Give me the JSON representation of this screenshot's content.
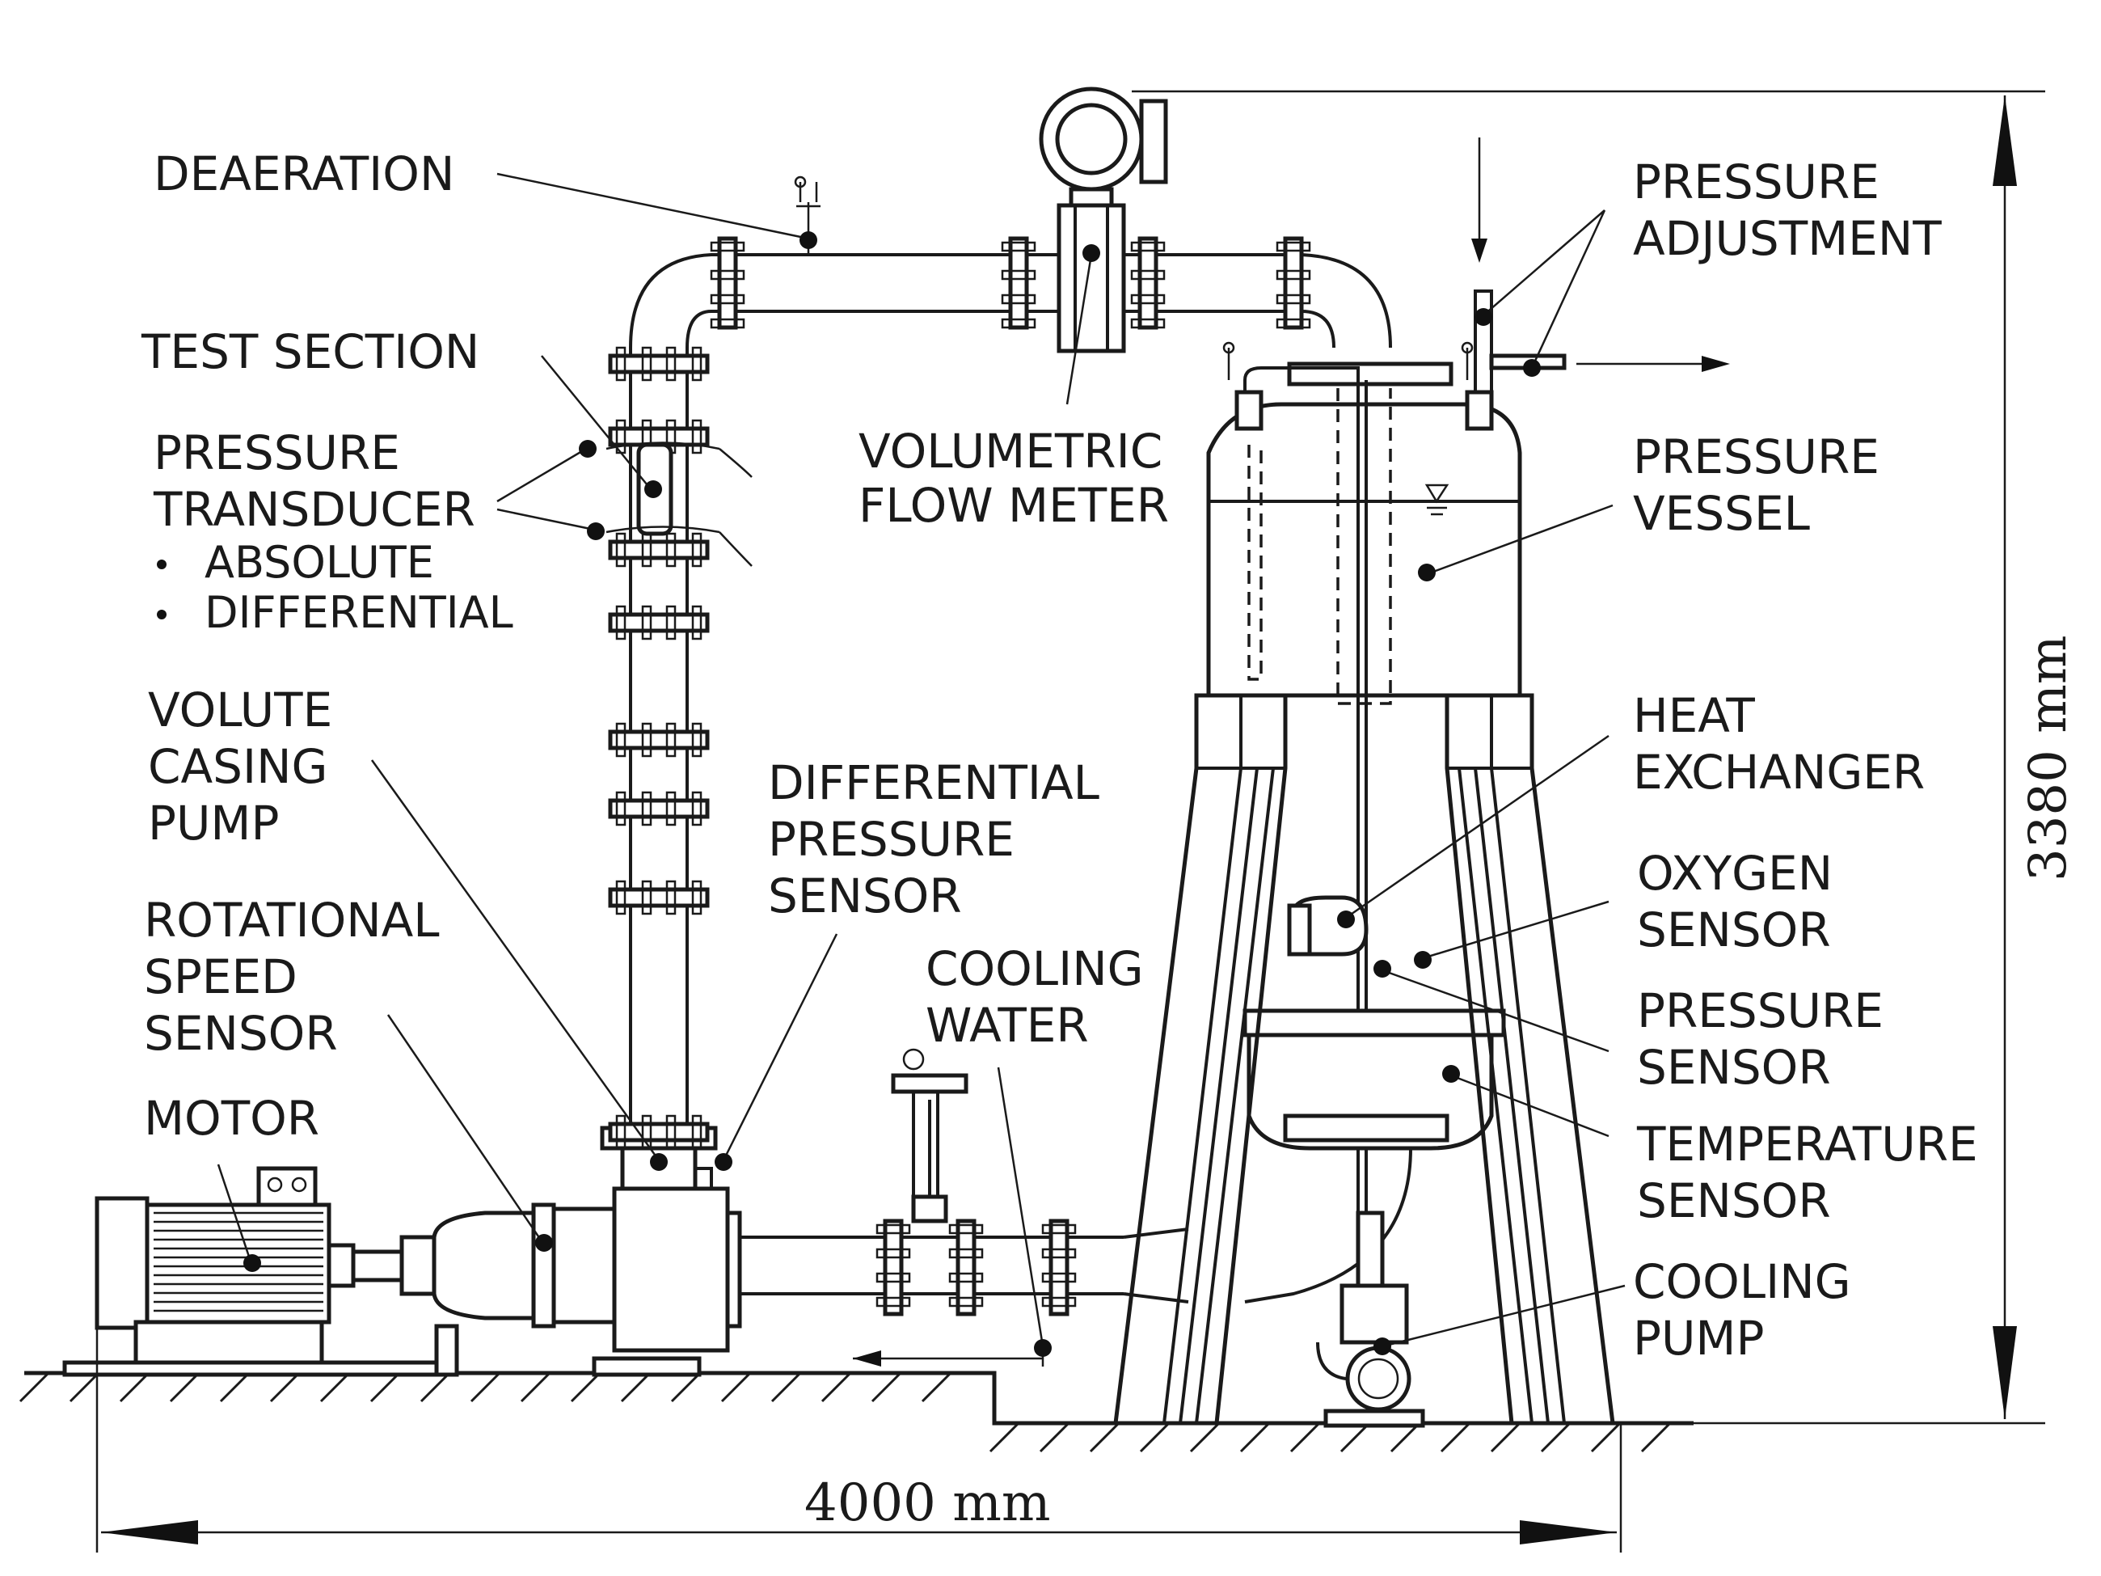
{
  "labels": {
    "deaeration": "DEAERATION",
    "test_section": "TEST SECTION",
    "pressure_transducer": [
      "PRESSURE",
      "TRANSDUCER"
    ],
    "transducer_types": [
      "ABSOLUTE",
      "DIFFERENTIAL"
    ],
    "volute_casing_pump": [
      "VOLUTE",
      "CASING",
      "PUMP"
    ],
    "rotational_speed_sensor": [
      "ROTATIONAL",
      "SPEED",
      "SENSOR"
    ],
    "motor": "MOTOR",
    "differential_pressure_sensor": [
      "DIFFERENTIAL",
      "PRESSURE",
      "SENSOR"
    ],
    "cooling_water": [
      "COOLING",
      "WATER"
    ],
    "volumetric_flow_meter": [
      "VOLUMETRIC",
      "FLOW METER"
    ],
    "pressure_adjustment": [
      "PRESSURE",
      "ADJUSTMENT"
    ],
    "pressure_vessel": [
      "PRESSURE",
      "VESSEL"
    ],
    "heat_exchanger": [
      "HEAT",
      "EXCHANGER"
    ],
    "oxygen_sensor": [
      "OXYGEN",
      "SENSOR"
    ],
    "pressure_sensor": [
      "PRESSURE",
      "SENSOR"
    ],
    "temperature_sensor": [
      "TEMPERATURE",
      "SENSOR"
    ],
    "cooling_pump": [
      "COOLING",
      "PUMP"
    ]
  },
  "dimensions": {
    "width": "4000 mm",
    "height": "3380 mm"
  }
}
